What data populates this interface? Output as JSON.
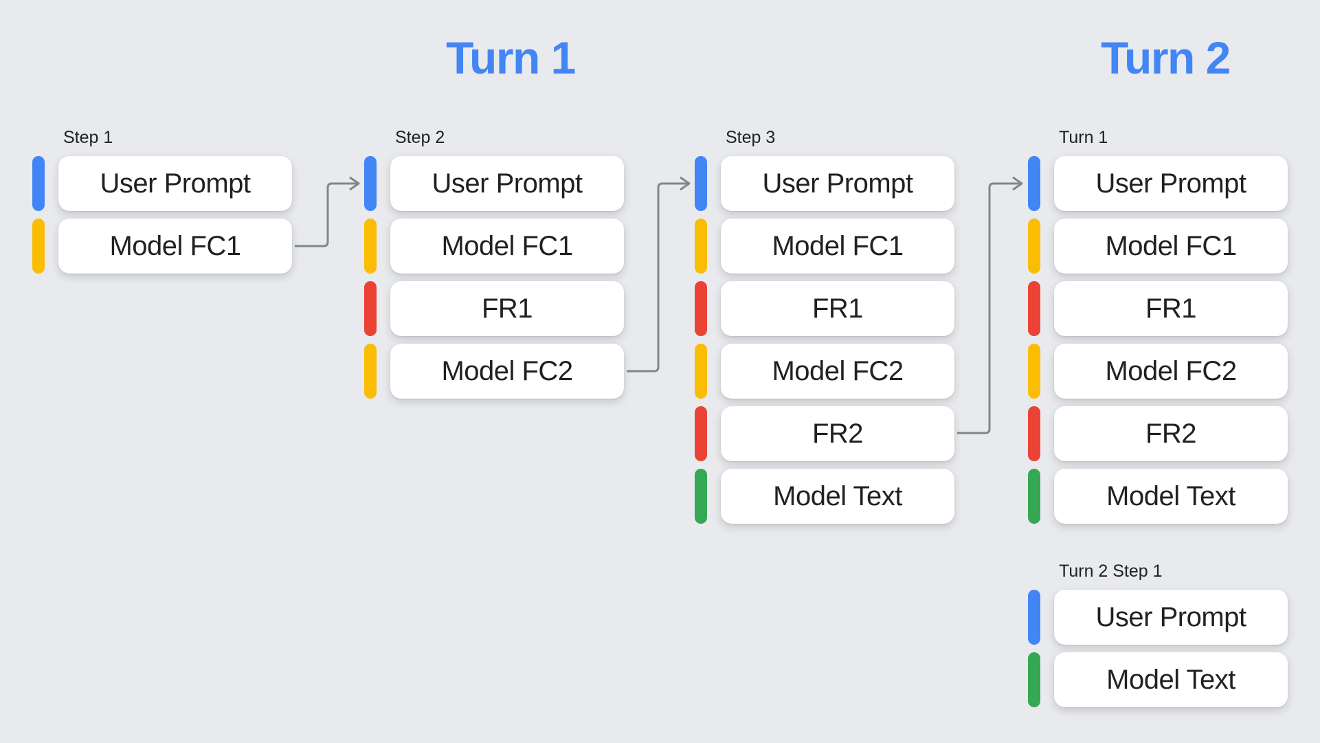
{
  "colors": {
    "background": "#e8eaed",
    "title_blue": "#4285f4",
    "user_prompt": "#4285f4",
    "model_fc": "#fbbc04",
    "function_response": "#ea4335",
    "model_text": "#34a853",
    "card_background": "#ffffff",
    "text": "#202124",
    "arrow": "#80868b"
  },
  "titles": {
    "turn1": "Turn 1",
    "turn2": "Turn 2"
  },
  "columns": [
    {
      "label": "Step 1",
      "rows": [
        {
          "label": "User Prompt",
          "type": "user_prompt"
        },
        {
          "label": "Model FC1",
          "type": "model_fc"
        }
      ]
    },
    {
      "label": "Step 2",
      "rows": [
        {
          "label": "User Prompt",
          "type": "user_prompt"
        },
        {
          "label": "Model FC1",
          "type": "model_fc"
        },
        {
          "label": "FR1",
          "type": "function_response"
        },
        {
          "label": "Model FC2",
          "type": "model_fc"
        }
      ]
    },
    {
      "label": "Step 3",
      "rows": [
        {
          "label": "User Prompt",
          "type": "user_prompt"
        },
        {
          "label": "Model FC1",
          "type": "model_fc"
        },
        {
          "label": "FR1",
          "type": "function_response"
        },
        {
          "label": "Model FC2",
          "type": "model_fc"
        },
        {
          "label": "FR2",
          "type": "function_response"
        },
        {
          "label": "Model Text",
          "type": "model_text"
        }
      ]
    },
    {
      "label": "Turn 1",
      "rows": [
        {
          "label": "User Prompt",
          "type": "user_prompt"
        },
        {
          "label": "Model FC1",
          "type": "model_fc"
        },
        {
          "label": "FR1",
          "type": "function_response"
        },
        {
          "label": "Model FC2",
          "type": "model_fc"
        },
        {
          "label": "FR2",
          "type": "function_response"
        },
        {
          "label": "Model Text",
          "type": "model_text"
        }
      ]
    },
    {
      "label": "Turn 2 Step 1",
      "rows": [
        {
          "label": "User Prompt",
          "type": "user_prompt"
        },
        {
          "label": "Model Text",
          "type": "model_text"
        }
      ]
    }
  ],
  "arrows": [
    {
      "from": "Step 1 / Model FC1",
      "to": "Step 2 / User Prompt"
    },
    {
      "from": "Step 2 / Model FC2",
      "to": "Step 3 / User Prompt"
    },
    {
      "from": "Step 3 / FR2",
      "to": "Turn 1 / User Prompt"
    }
  ]
}
